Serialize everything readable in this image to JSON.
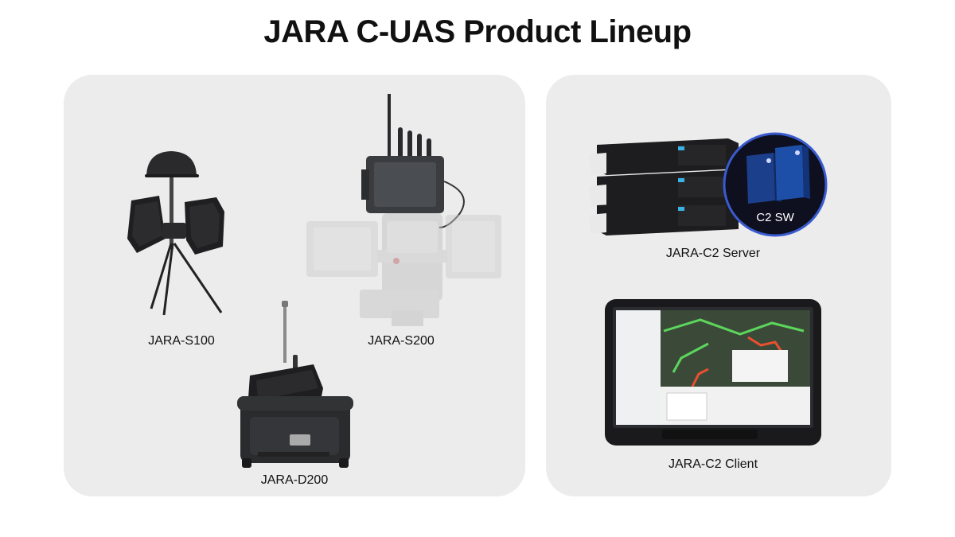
{
  "page": {
    "title": "JARA C-UAS Product Lineup"
  },
  "sensors": {
    "s100_label": "JARA-S100",
    "s200_label": "JARA-S200",
    "d200_label": "JARA-D200"
  },
  "command_control": {
    "server_label": "JARA-C2 Server",
    "software_badge": "C2 SW",
    "client_label": "JARA-C2 Client"
  },
  "colors": {
    "panel_bg": "#ececec",
    "device_dark": "#1f1f21",
    "accent_blue": "#1b4fa8",
    "server_light": "#39b3e6",
    "map_route_green": "#5cd65c",
    "map_route_red": "#e8502f"
  },
  "icons": {
    "s100": "direction-finder-tripod-image",
    "s200": "pan-tilt-sensor-image",
    "d200": "portable-jammer-case-image",
    "server": "rack-server-image",
    "software": "software-box-image",
    "client": "rugged-tablet-image"
  }
}
